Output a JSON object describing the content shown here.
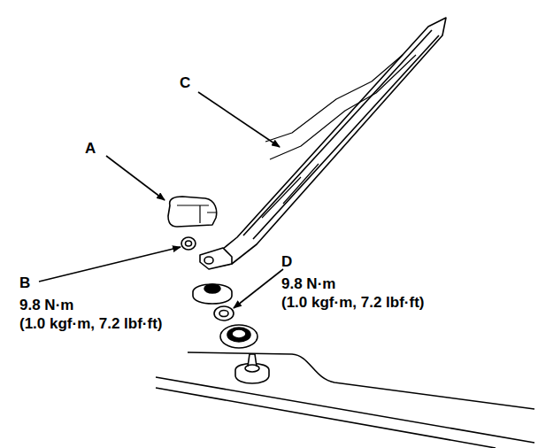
{
  "diagram": {
    "labels": [
      "A",
      "C",
      "B",
      "9.8 N·m",
      "(1.0 kgf·m, 7.2 lbf·ft)",
      "D",
      "9.8 N·m",
      "(1.0 kgf·m, 7.2 lbf·ft)"
    ]
  }
}
